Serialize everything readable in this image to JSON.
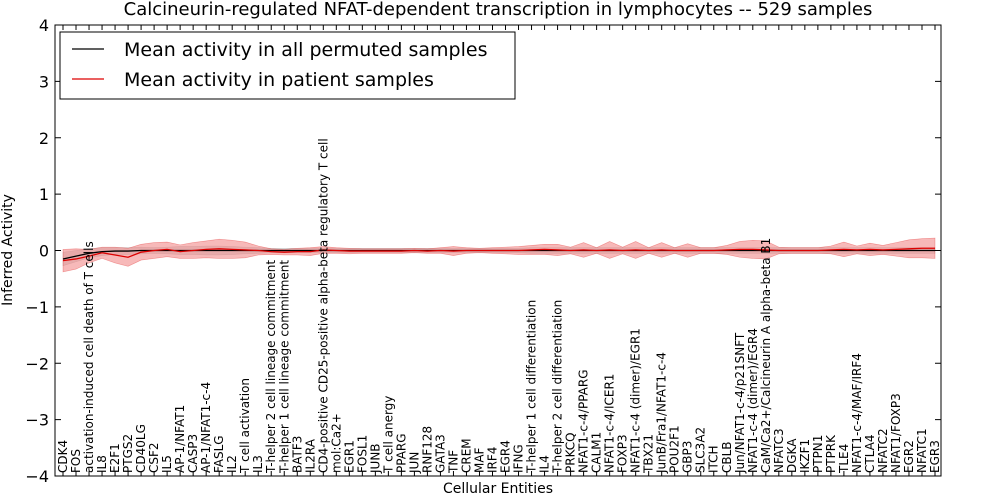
{
  "chart_data": {
    "type": "line",
    "title": "Calcineurin-regulated NFAT-dependent transcription in lymphocytes -- 529 samples",
    "xlabel": "Cellular Entities",
    "ylabel": "Inferred Activity",
    "ylim": [
      -4,
      4
    ],
    "yticks": [
      -4,
      -3,
      -2,
      -1,
      0,
      1,
      2,
      3,
      4
    ],
    "grid": false,
    "legend_position": "top-left",
    "categories": [
      "CDK4",
      "FOS",
      "activation-induced cell death of T cells",
      "IL8",
      "E2F1",
      "PTGS2",
      "CD40LG",
      "CSF2",
      "IL5",
      "AP-1/NFAT1",
      "CASP3",
      "AP-1/NFAT1-c-4",
      "FASLG",
      "IL2",
      "T cell activation",
      "IL3",
      "T-helper 2 cell lineage commitment",
      "T-helper 1 cell lineage commitment",
      "BATF3",
      "IL2RA",
      "CD4-positive CD25-positive alpha-beta regulatory T cell",
      "mol:Ca2+",
      "EGR1",
      "FOSL1",
      "JUNB",
      "T cell anergy",
      "PPARG",
      "JUN",
      "RNF128",
      "GATA3",
      "TNF",
      "CREM",
      "MAF",
      "IRF4",
      "EGR4",
      "IFNG",
      "T-helper 1 cell differentiation",
      "IL4",
      "T-helper 2 cell differentiation",
      "PRKCQ",
      "NFAT1-c-4/PPARG",
      "CALM1",
      "NFAT1-c-4/ICER1",
      "FOXP3",
      "NFAT1-c-4 (dimer)/EGR1",
      "TBX21",
      "JunB/Fra1/NFAT1-c-4",
      "POU2F1",
      "GBP3",
      "SLC3A2",
      "ITCH",
      "CBLB",
      "Jun/NFAT1-c-4/p21SNFT",
      "NFAT1-c-4 (dimer)/EGR4",
      "CaM/Ca2+/Calcineurin A alpha-beta B1",
      "NFATC3",
      "DGKA",
      "IKZF1",
      "PTPN1",
      "PTPRK",
      "TLE4",
      "NFAT1-c-4/MAF/IRF4",
      "CTLA4",
      "NFATC2",
      "NFAT1/FOXP3",
      "EGR2",
      "NFATC1",
      "EGR3"
    ],
    "series": [
      {
        "name": "Mean activity in all permuted samples",
        "color": "#000000",
        "band_color": "#bbbbbb",
        "values": [
          -0.15,
          -0.1,
          -0.05,
          -0.02,
          -0.01,
          -0.01,
          0,
          0,
          0,
          0,
          0,
          0,
          0,
          0,
          0,
          0,
          0,
          0,
          0,
          0,
          0,
          0,
          0,
          0,
          0,
          0,
          0,
          0,
          0,
          0,
          0,
          0,
          0,
          0,
          0,
          0,
          0,
          0,
          0,
          0,
          0,
          0,
          0,
          0,
          0,
          0,
          0,
          0,
          0,
          0,
          0,
          0,
          0,
          0,
          0,
          0,
          0,
          0,
          0,
          0,
          0,
          0,
          0,
          0,
          0,
          0,
          0,
          0
        ],
        "band": [
          0.12,
          0.1,
          0.08,
          0.07,
          0.06,
          0.06,
          0.06,
          0.05,
          0.06,
          0.07,
          0.07,
          0.08,
          0.08,
          0.07,
          0.06,
          0.05,
          0.04,
          0.04,
          0.04,
          0.04,
          0.04,
          0.04,
          0.04,
          0.04,
          0.04,
          0.04,
          0.04,
          0.04,
          0.04,
          0.04,
          0.04,
          0.04,
          0.04,
          0.04,
          0.04,
          0.04,
          0.05,
          0.05,
          0.05,
          0.05,
          0.05,
          0.05,
          0.05,
          0.05,
          0.05,
          0.05,
          0.05,
          0.05,
          0.05,
          0.05,
          0.05,
          0.05,
          0.05,
          0.05,
          0.05,
          0.05,
          0.05,
          0.05,
          0.05,
          0.05,
          0.05,
          0.05,
          0.05,
          0.05,
          0.05,
          0.05,
          0.05,
          0.05
        ]
      },
      {
        "name": "Mean activity in patient samples",
        "color": "#dd0000",
        "band_color": "#f08080",
        "values": [
          -0.18,
          -0.15,
          -0.1,
          -0.04,
          -0.08,
          -0.12,
          -0.03,
          0,
          0.02,
          -0.02,
          0,
          0.02,
          0.03,
          0.02,
          0.01,
          0,
          -0.02,
          -0.03,
          -0.02,
          -0.02,
          0.01,
          0,
          -0.01,
          -0.01,
          -0.01,
          -0.01,
          -0.01,
          0,
          -0.01,
          0,
          -0.01,
          0,
          0,
          0,
          0,
          0,
          0.01,
          0.02,
          0.01,
          0,
          0.01,
          0,
          0.01,
          0,
          0.01,
          0,
          0.01,
          0,
          0,
          0,
          0,
          0.01,
          0.02,
          0.02,
          0.01,
          0,
          0,
          0,
          0,
          0.01,
          0.02,
          0.01,
          0.02,
          0.01,
          0.02,
          0.03,
          0.04,
          0.04
        ],
        "band": [
          0.2,
          0.18,
          0.12,
          0.1,
          0.14,
          0.16,
          0.14,
          0.14,
          0.13,
          0.12,
          0.14,
          0.15,
          0.17,
          0.16,
          0.14,
          0.08,
          0.05,
          0.05,
          0.06,
          0.07,
          0.06,
          0.05,
          0.05,
          0.04,
          0.04,
          0.04,
          0.04,
          0.04,
          0.04,
          0.05,
          0.08,
          0.05,
          0.04,
          0.05,
          0.06,
          0.07,
          0.08,
          0.09,
          0.1,
          0.06,
          0.13,
          0.05,
          0.15,
          0.06,
          0.15,
          0.05,
          0.13,
          0.05,
          0.12,
          0.05,
          0.05,
          0.08,
          0.14,
          0.16,
          0.16,
          0.06,
          0.05,
          0.05,
          0.05,
          0.07,
          0.13,
          0.07,
          0.11,
          0.08,
          0.12,
          0.16,
          0.17,
          0.18
        ]
      }
    ]
  }
}
